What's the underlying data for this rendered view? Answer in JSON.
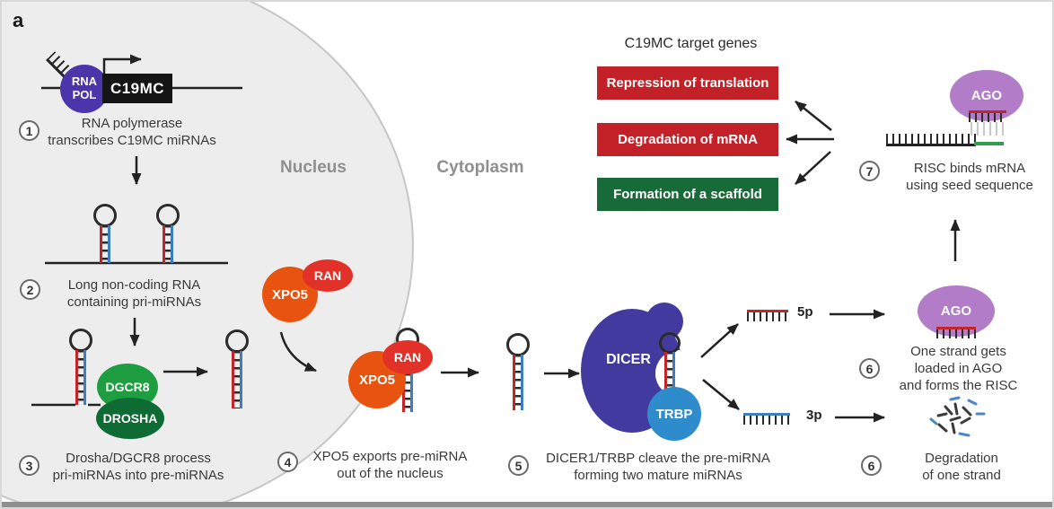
{
  "panel_label": "a",
  "regions": {
    "nucleus": "Nucleus",
    "cytoplasm": "Cytoplasm"
  },
  "molecules": {
    "rna_pol_line1": "RNA",
    "rna_pol_line2": "POL",
    "gene_cluster": "C19MC",
    "dgcr8": "DGCR8",
    "drosha": "DROSHA",
    "xpo5": "XPO5",
    "ran": "RAN",
    "dicer": "DICER",
    "trbp": "TRBP",
    "ago": "AGO",
    "strand_5p": "5p",
    "strand_3p": "3p"
  },
  "steps": [
    {
      "num": "1",
      "line1": "RNA polymerase",
      "line2": "transcribes C19MC miRNAs"
    },
    {
      "num": "2",
      "line1": "Long non-coding RNA",
      "line2": "containing pri-miRNAs"
    },
    {
      "num": "3",
      "line1": "Drosha/DGCR8 process",
      "line2": "pri-miRNAs into pre-miRNAs"
    },
    {
      "num": "4",
      "line1": "XPO5 exports pre-miRNA",
      "line2": "out of the nucleus"
    },
    {
      "num": "5",
      "line1": "DICER1/TRBP cleave the pre-miRNA",
      "line2": "forming two mature miRNAs"
    },
    {
      "num": "6",
      "line1": "One strand gets",
      "line2": "loaded in AGO",
      "line3": "and forms the RISC"
    },
    {
      "num": "6",
      "line1": "Degradation",
      "line2": "of one strand"
    },
    {
      "num": "7",
      "line1": "RISC binds mRNA",
      "line2": "using seed sequence"
    }
  ],
  "target_genes": {
    "title": "C19MC target genes",
    "items": [
      {
        "label": "Repression of translation",
        "color": "#c32128"
      },
      {
        "label": "Degradation of mRNA",
        "color": "#c32128"
      },
      {
        "label": "Formation of a scaffold",
        "color": "#186a38"
      }
    ]
  },
  "colors": {
    "nucleus_fill": "#ededed",
    "nucleus_border": "#c6c6c6",
    "rna_pol": "#4a35ab",
    "gene_box": "#151515",
    "dgcr8": "#1e9e41",
    "drosha": "#0d6b33",
    "xpo5": "#e8540f",
    "ran": "#e23128",
    "dicer": "#423a9f",
    "trbp": "#2f8ccc",
    "ago": "#b27cc8",
    "strand_red": "#c22629",
    "strand_blue": "#3d7ebf",
    "mrna_seed_green": "#2e9e4f",
    "target_red": "#c32128",
    "target_green": "#186a38"
  }
}
